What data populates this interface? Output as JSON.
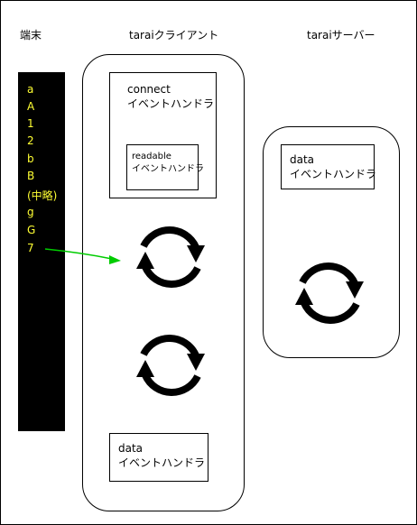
{
  "labels": {
    "terminal": "端末",
    "client": "taraiクライアント",
    "server": "taraiサーバー"
  },
  "terminal_lines": [
    "a",
    "A",
    "1",
    "2",
    "b",
    "B",
    "(中略)",
    "g",
    "G",
    "7"
  ],
  "handlers": {
    "connect": {
      "name": "connect",
      "sub": "イベントハンドラ"
    },
    "readable": {
      "name": "readable",
      "sub": "イベントハンドラ"
    },
    "client_data": {
      "name": "data",
      "sub": "イベントハンドラ"
    },
    "server_data": {
      "name": "data",
      "sub": "イベントハンドラ"
    }
  },
  "colors": {
    "terminal_bg": "#000000",
    "terminal_text": "#ffff33",
    "arrow": "#00cc00"
  }
}
